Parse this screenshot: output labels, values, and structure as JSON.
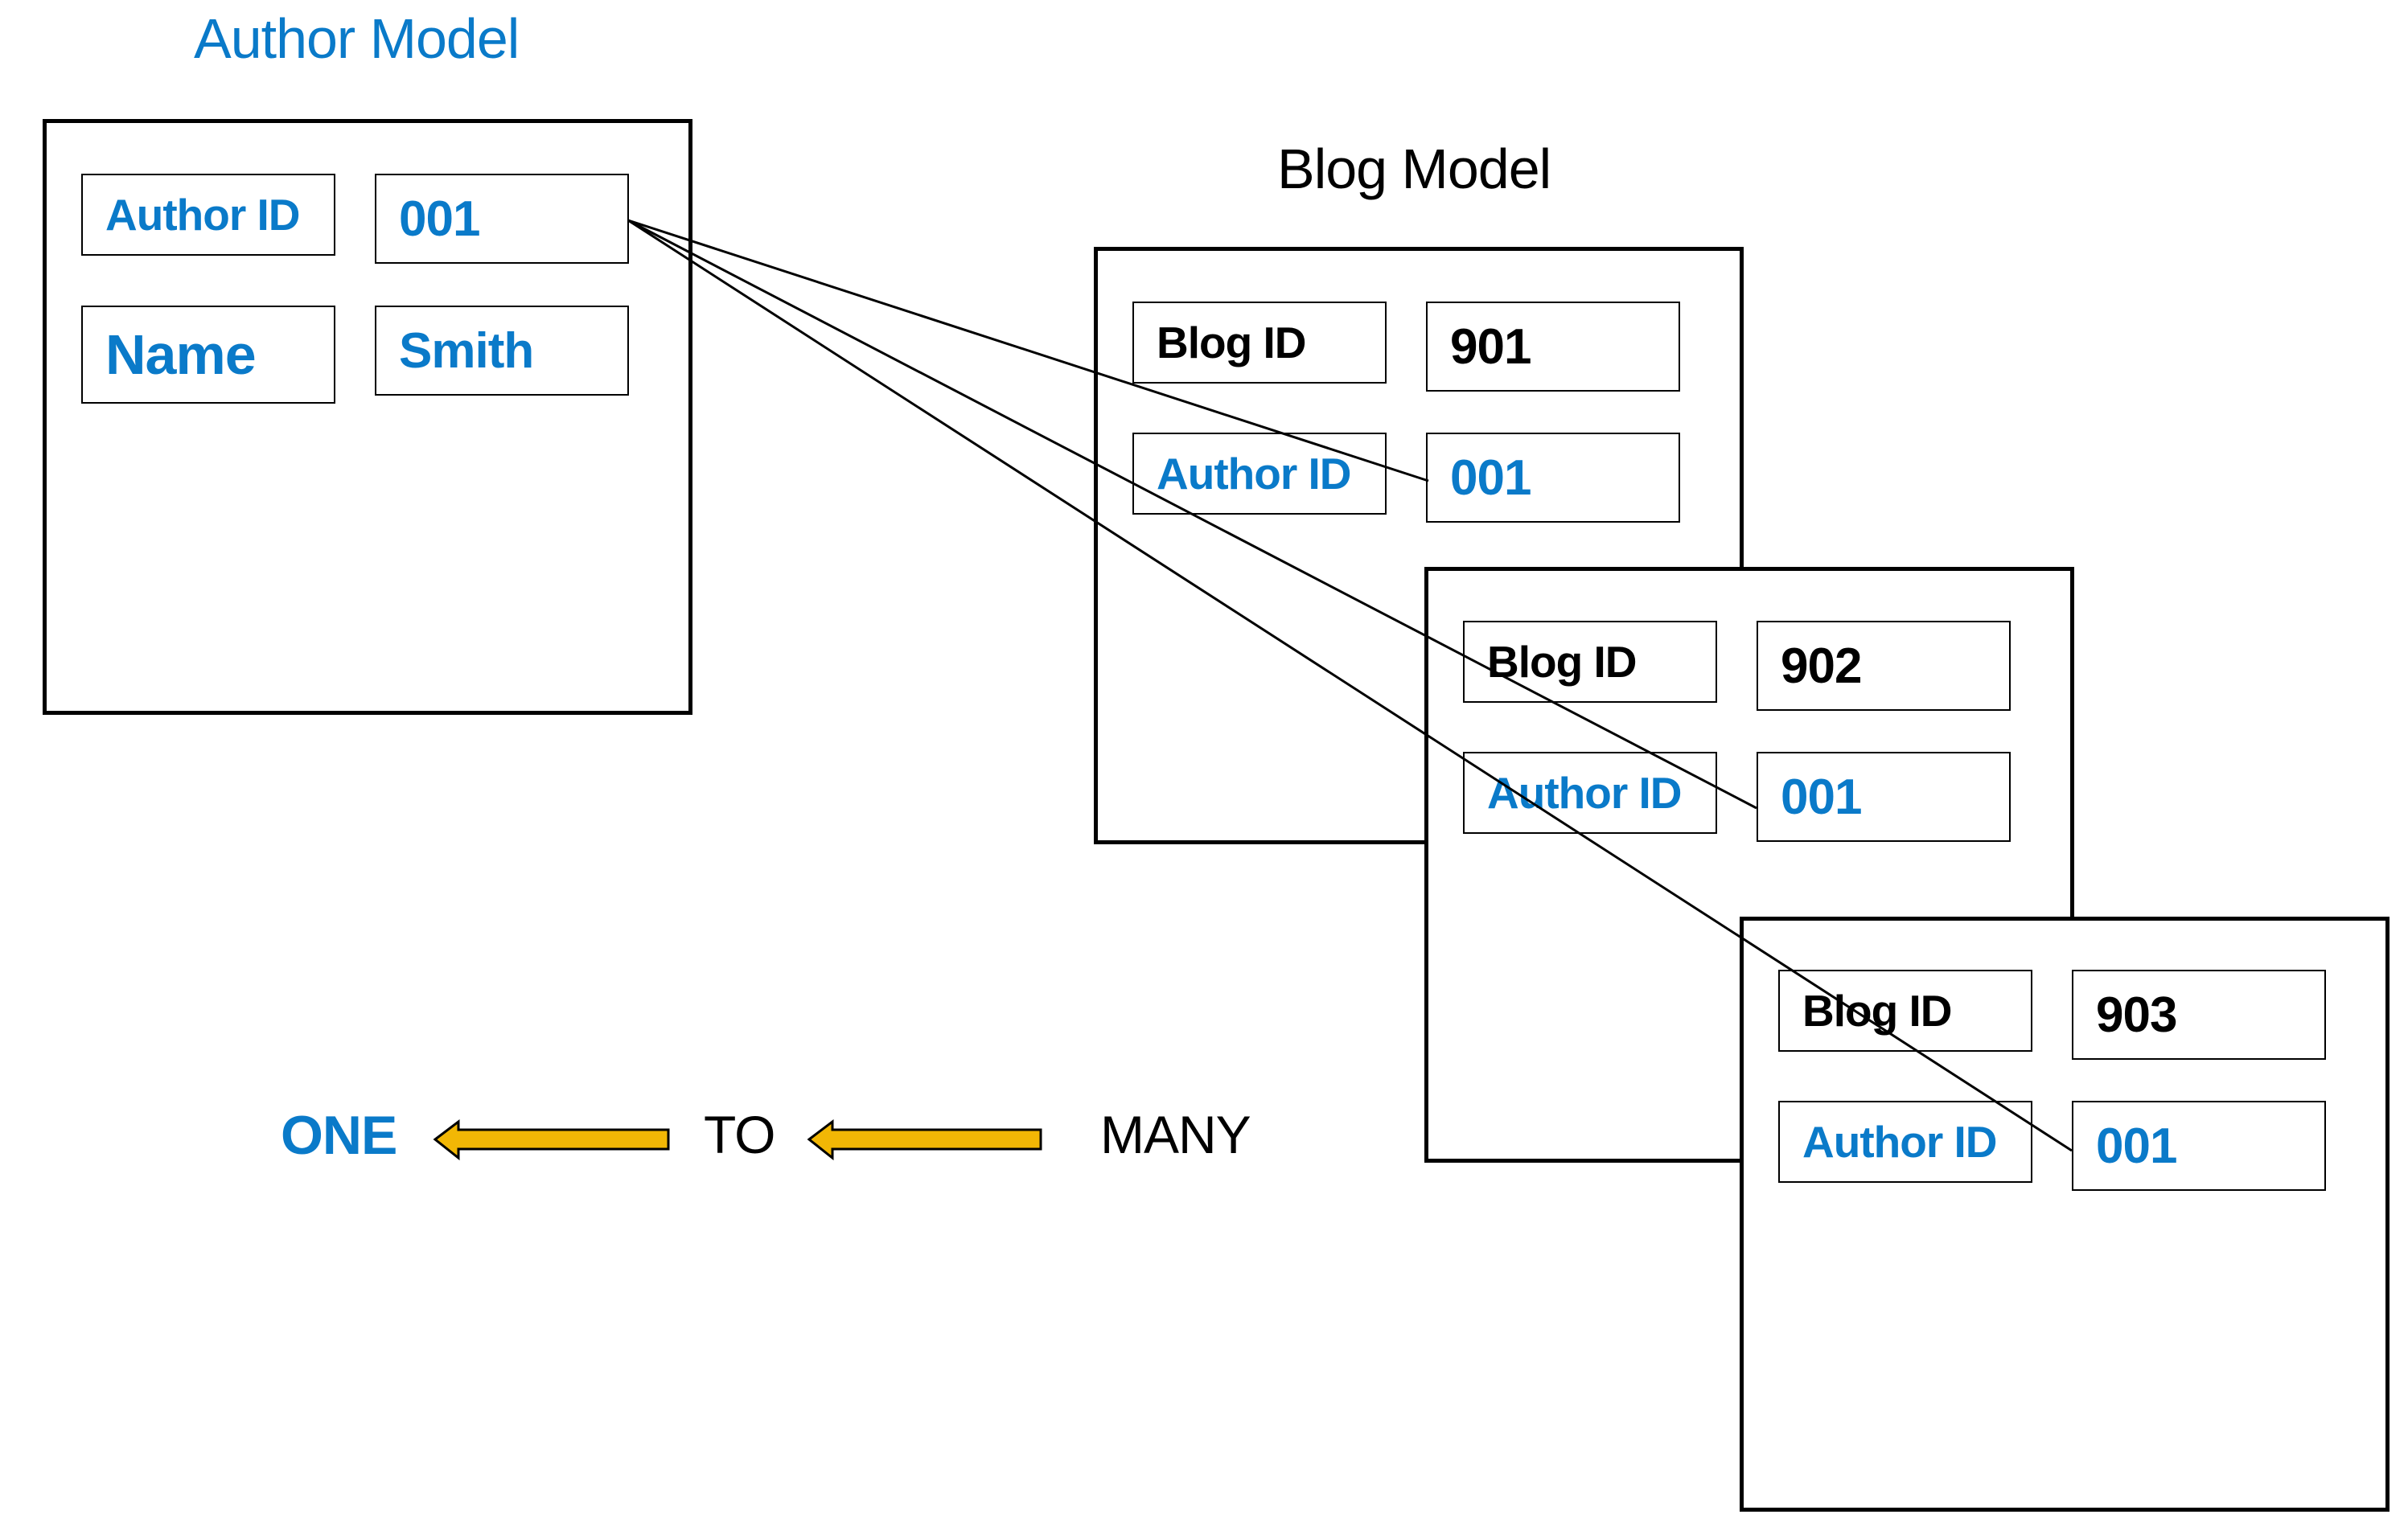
{
  "colors": {
    "blue": "#0a7ac9",
    "black": "#000000",
    "arrow_fill": "#f2b705",
    "arrow_stroke": "#000000"
  },
  "author_model": {
    "title": "Author Model",
    "fields": [
      {
        "label": "Author ID",
        "value": "001"
      },
      {
        "label": "Name",
        "value": "Smith"
      }
    ]
  },
  "blog_model": {
    "title": "Blog Model",
    "records": [
      {
        "id_label": "Blog ID",
        "id_value": "901",
        "author_label": "Author ID",
        "author_value": "001"
      },
      {
        "id_label": "Blog ID",
        "id_value": "902",
        "author_label": "Author ID",
        "author_value": "001"
      },
      {
        "id_label": "Blog ID",
        "id_value": "903",
        "author_label": "Author ID",
        "author_value": "001"
      }
    ]
  },
  "legend": {
    "one": "ONE",
    "to": "TO",
    "many": "MANY"
  }
}
